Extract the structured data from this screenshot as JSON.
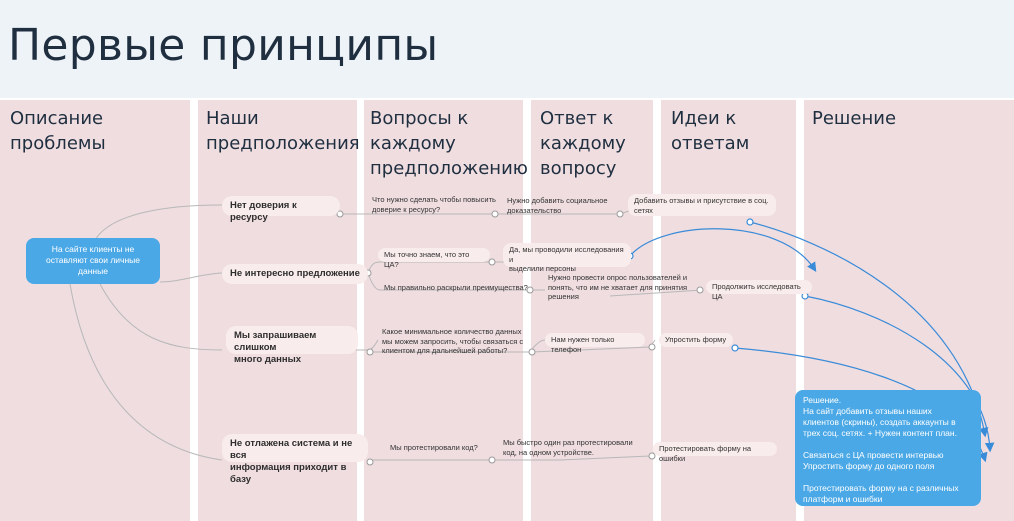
{
  "page": {
    "title": "Первые принципы"
  },
  "columns": [
    {
      "title": "Описание\nпроблемы"
    },
    {
      "title": "Наши\nпредположения"
    },
    {
      "title": "Вопросы к\nкаждому\nпредположению"
    },
    {
      "title": "Ответ к\nкаждому\nвопросу"
    },
    {
      "title": "Идеи к\nответам"
    },
    {
      "title": "Решение"
    }
  ],
  "problem": "На сайте клиенты не\nоставляют свои личные\nданные",
  "assumptions": [
    "Нет доверия к ресурсу",
    "Не интересно предложение",
    "Мы запрашиваем слишком\nмного данных",
    "Не отлажена система и не вся\nинформация приходит в базу"
  ],
  "questions": [
    "Что нужно сделать чтобы повысить\nдоверие к ресурсу?",
    "Мы точно знаем, что это ЦА?",
    "Мы правильно раскрыли преимущества?",
    "Какое минимальное количество данных\nмы можем запросить, чтобы связаться с\nклиентом для дальнейшей работы?",
    "Мы протестировали код?"
  ],
  "answers": [
    "Нужно добавить социальное\nдоказательство",
    "Да, мы проводили исследования и\nвыделили персоны",
    "Нужно провести опрос пользователей и\nпонять, что им не хватает для принятия\nрешения",
    "Нам нужен только телефон",
    "Мы быстро один раз протестировали\nкод, на одном устройстве."
  ],
  "ideas": [
    "Добавить отзывы и присутствие в соц.\nсетях",
    "Продолжить исследовать ЦА",
    "Упростить форму",
    "Протестировать форму на ошибки"
  ],
  "solution": "Решение.\nНа сайт добавить отзывы наших\nклиентов (скрины), создать аккаунты в\nтрех соц. сетях. + Нужен контент план.\n\nСвязаться с ЦА провести интервью\nУпростить форму до одного поля\n\nПротестировать форму на с различных\nплатформ и ошибки",
  "colors": {
    "column_bg": "#efdde0",
    "header_bg": "#eef3f8",
    "accent_blue": "#4ba8e6",
    "connector_gray": "#b8b8b8",
    "arrow_blue": "#3a8bd8"
  }
}
